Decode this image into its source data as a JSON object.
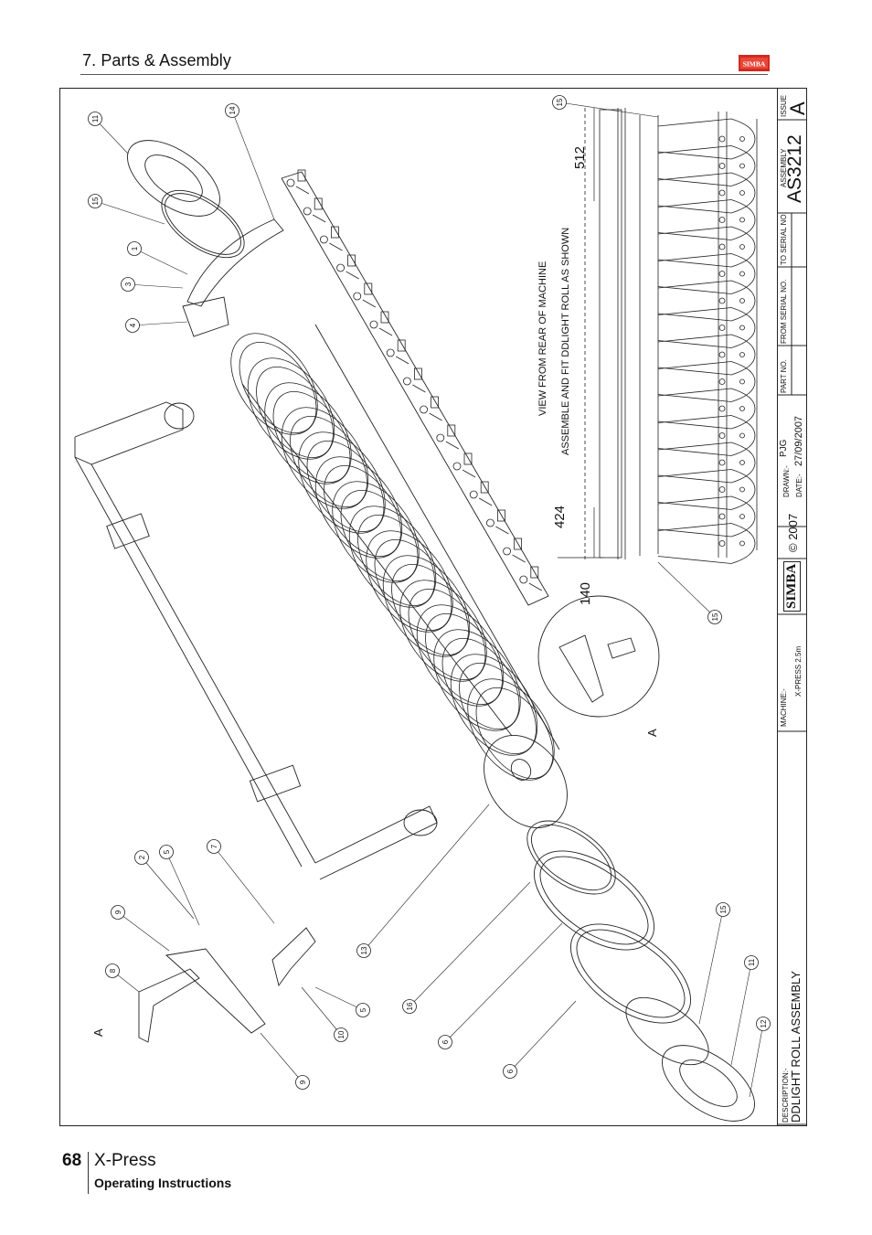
{
  "header": {
    "section": "7. Parts & Assembly",
    "logo_text": "SIMBA"
  },
  "title_block": {
    "issue_label": "ISSUE",
    "issue": "A",
    "assembly_label": "ASSEMBLY",
    "assembly": "AS3212",
    "to_serial_label": "TO SERIAL NO.",
    "from_serial_label": "FROM SERIAL NO.",
    "part_no_label": "PART NO.",
    "drawn_label": "DRAWN:-",
    "drawn_value": "PJG",
    "date_label": "DATE:-",
    "date_value": "27/09/2007",
    "copyright": "© 2007",
    "brand": "SIMBA",
    "machine_label": "MACHINE:-",
    "machine_value": "X-PRESS 2.5m",
    "description_label": "DESCRIPTION:-",
    "description_value": "DDLIGHT ROLL ASSEMBLY"
  },
  "drawing": {
    "note_view": "VIEW FROM REAR OF MACHINE",
    "note_fit": "ASSEMBLE AND FIT DDLIGHT ROLL AS SHOWN",
    "dims": [
      "512",
      "424",
      "140"
    ],
    "detail_label": "A",
    "balloons": [
      "11",
      "15",
      "1",
      "3",
      "4",
      "14",
      "15",
      "15",
      "2",
      "5",
      "7",
      "9",
      "8",
      "13",
      "10",
      "5",
      "16",
      "6",
      "6",
      "15",
      "11",
      "12",
      "9"
    ]
  },
  "footer": {
    "page_number": "68",
    "product": "X-Press",
    "subtitle": "Operating Instructions"
  }
}
